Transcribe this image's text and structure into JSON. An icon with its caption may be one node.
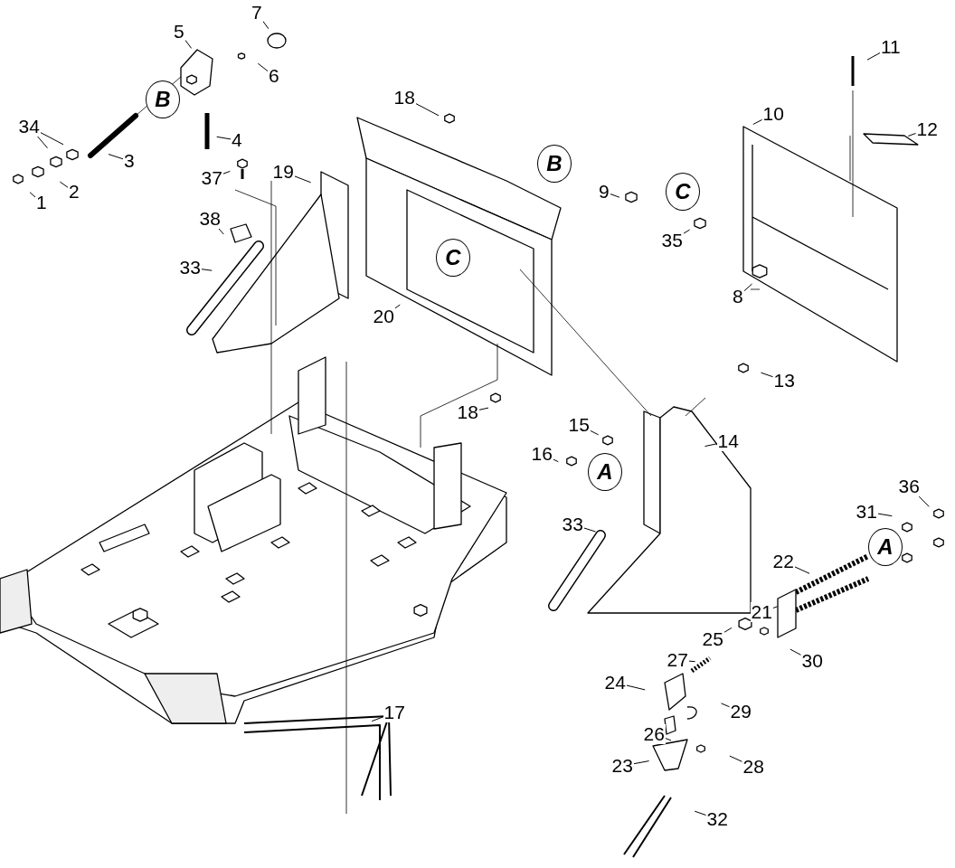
{
  "diagram": {
    "nodes": [
      {
        "text": [
          "7"
        ]
      },
      {
        "text": [
          "5"
        ]
      },
      {
        "text": [
          "11"
        ]
      },
      {
        "text": [
          "6"
        ]
      },
      {
        "text": [
          "B"
        ]
      },
      {
        "text": [
          "18"
        ]
      },
      {
        "text": [
          "10"
        ]
      },
      {
        "text": [
          "34"
        ]
      },
      {
        "text": [
          "12"
        ]
      },
      {
        "text": [
          "4"
        ]
      },
      {
        "text": [
          "3"
        ]
      },
      {
        "text": [
          "B"
        ]
      },
      {
        "text": [
          "37"
        ]
      },
      {
        "text": [
          "19"
        ]
      },
      {
        "text": [
          "9"
        ]
      },
      {
        "text": [
          "C"
        ]
      },
      {
        "text": [
          "2"
        ]
      },
      {
        "text": [
          "1"
        ]
      },
      {
        "text": [
          "38"
        ]
      },
      {
        "text": [
          "35"
        ]
      },
      {
        "text": [
          "C"
        ]
      },
      {
        "text": [
          "33"
        ]
      },
      {
        "text": [
          "8"
        ]
      },
      {
        "text": [
          "20"
        ]
      },
      {
        "text": [
          "13"
        ]
      },
      {
        "text": [
          "18"
        ]
      },
      {
        "text": [
          "15"
        ]
      },
      {
        "text": [
          "14"
        ]
      },
      {
        "text": [
          "16"
        ]
      },
      {
        "text": [
          "A"
        ]
      },
      {
        "text": [
          "36"
        ]
      },
      {
        "text": [
          "31"
        ]
      },
      {
        "text": [
          "33"
        ]
      },
      {
        "text": [
          "A"
        ]
      },
      {
        "text": [
          "22"
        ]
      },
      {
        "text": [
          "21"
        ]
      },
      {
        "text": [
          "25"
        ]
      },
      {
        "text": [
          "27"
        ]
      },
      {
        "text": [
          "30"
        ]
      },
      {
        "text": [
          "24"
        ]
      },
      {
        "text": [
          "29"
        ]
      },
      {
        "text": [
          "17"
        ]
      },
      {
        "text": [
          "26"
        ]
      },
      {
        "text": [
          "23"
        ]
      },
      {
        "text": [
          "28"
        ]
      },
      {
        "text": [
          "32"
        ]
      }
    ],
    "edges": [
      {
        "from": 0,
        "to": null,
        "arrow": "none"
      },
      {
        "from": 1,
        "to": null,
        "arrow": "none"
      },
      {
        "from": 2,
        "to": null,
        "arrow": "none"
      },
      {
        "from": 3,
        "to": null,
        "arrow": "none"
      },
      {
        "from": 5,
        "to": null,
        "arrow": "none"
      },
      {
        "from": 6,
        "to": null,
        "arrow": "none"
      },
      {
        "from": 7,
        "to": null,
        "arrow": "none"
      },
      {
        "from": 7,
        "to": null,
        "arrow": "none"
      },
      {
        "from": 8,
        "to": null,
        "arrow": "none"
      },
      {
        "from": 9,
        "to": null,
        "arrow": "none"
      },
      {
        "from": 10,
        "to": null,
        "arrow": "none"
      },
      {
        "from": 12,
        "to": null,
        "arrow": "none"
      },
      {
        "from": 13,
        "to": null,
        "arrow": "none"
      },
      {
        "from": 14,
        "to": null,
        "arrow": "none"
      },
      {
        "from": 16,
        "to": null,
        "arrow": "none"
      },
      {
        "from": 17,
        "to": null,
        "arrow": "none"
      },
      {
        "from": 18,
        "to": null,
        "arrow": "none"
      },
      {
        "from": 19,
        "to": null,
        "arrow": "none"
      },
      {
        "from": 21,
        "to": null,
        "arrow": "none"
      },
      {
        "from": 22,
        "to": null,
        "arrow": "none"
      },
      {
        "from": 23,
        "to": null,
        "arrow": "none"
      },
      {
        "from": 24,
        "to": null,
        "arrow": "none"
      },
      {
        "from": 25,
        "to": null,
        "arrow": "none"
      },
      {
        "from": 26,
        "to": null,
        "arrow": "none"
      },
      {
        "from": 27,
        "to": null,
        "arrow": "none"
      },
      {
        "from": 28,
        "to": null,
        "arrow": "none"
      },
      {
        "from": 30,
        "to": null,
        "arrow": "none"
      },
      {
        "from": 31,
        "to": null,
        "arrow": "none"
      },
      {
        "from": 32,
        "to": null,
        "arrow": "none"
      },
      {
        "from": 34,
        "to": null,
        "arrow": "none"
      },
      {
        "from": 35,
        "to": null,
        "arrow": "none"
      },
      {
        "from": 36,
        "to": null,
        "arrow": "none"
      },
      {
        "from": 37,
        "to": null,
        "arrow": "none"
      },
      {
        "from": 38,
        "to": null,
        "arrow": "none"
      },
      {
        "from": 39,
        "to": null,
        "arrow": "none"
      },
      {
        "from": 40,
        "to": null,
        "arrow": "none"
      },
      {
        "from": 41,
        "to": null,
        "arrow": "none"
      },
      {
        "from": 42,
        "to": null,
        "arrow": "none"
      },
      {
        "from": 43,
        "to": null,
        "arrow": "none"
      },
      {
        "from": 44,
        "to": null,
        "arrow": "none"
      },
      {
        "from": 45,
        "to": null,
        "arrow": "none"
      }
    ]
  }
}
